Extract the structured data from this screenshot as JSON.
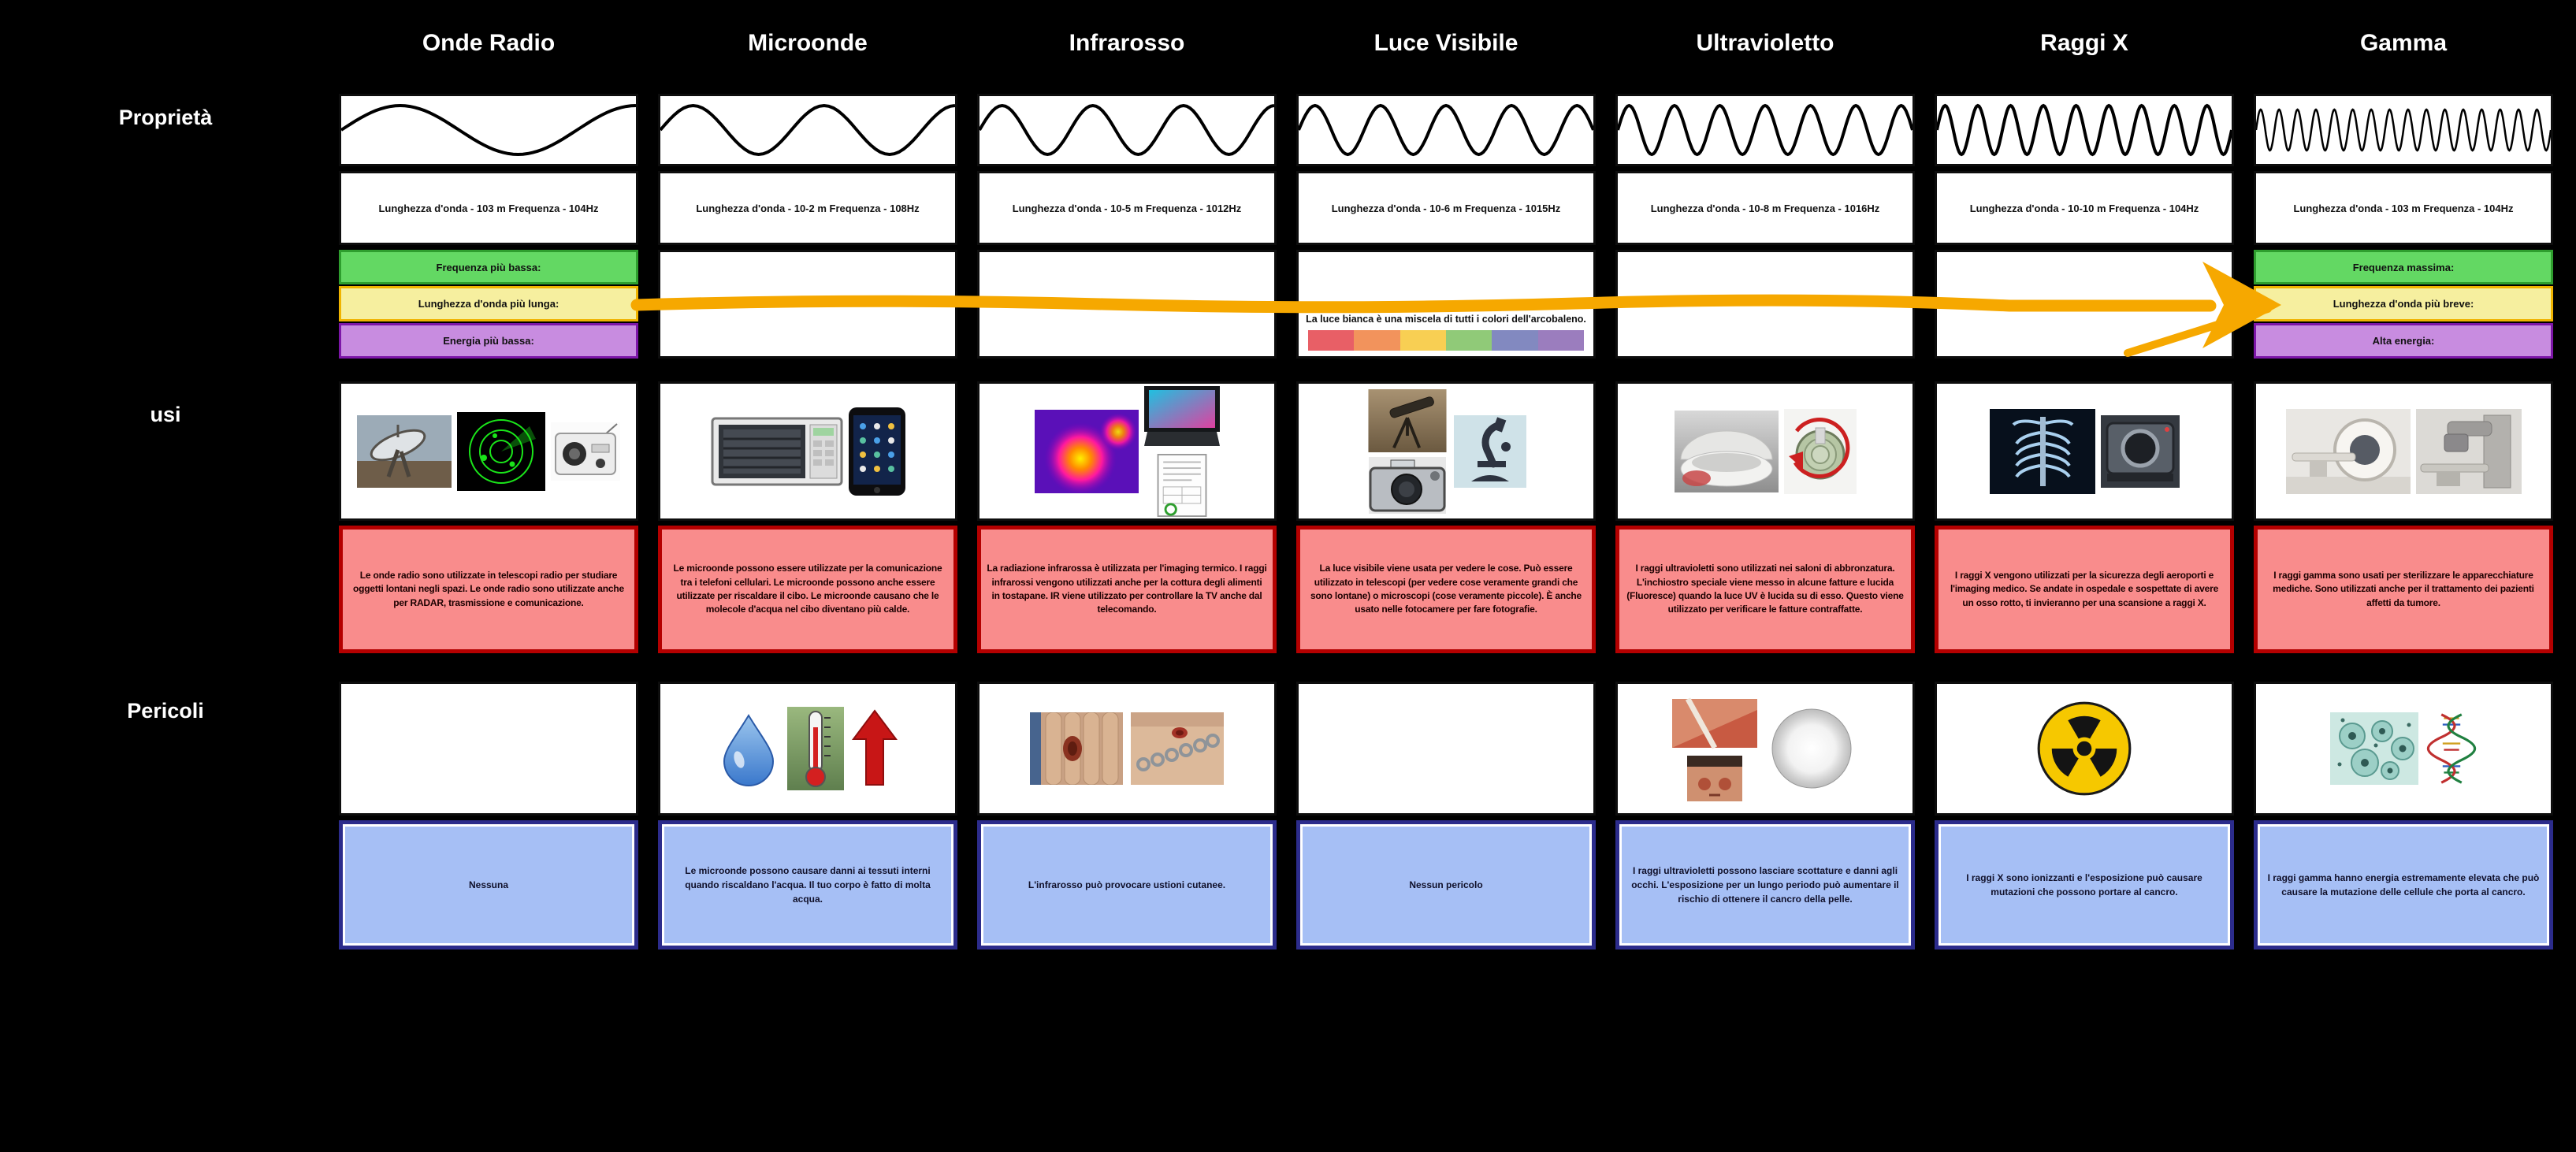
{
  "board": {
    "row_labels": {
      "properties": "Proprietà",
      "uses": "usi",
      "dangers": "Pericoli"
    }
  },
  "colors": {
    "background": "#000000",
    "arrow": "#F6A800",
    "uses_box_fill": "#F98C8C",
    "uses_box_border": "#B40000",
    "dangers_box_fill": "#A6BFF5",
    "dangers_box_border": "#2C2C8C",
    "green_fill": "#63D863",
    "green_border": "#2E9E2E",
    "yellow_fill": "#F6EF9F",
    "yellow_border": "#F0B400",
    "purple_fill": "#C88CE0",
    "purple_border": "#7D16A8"
  },
  "rainbow_colors": [
    "#E85F66",
    "#F2935C",
    "#F8CF53",
    "#90CA78",
    "#8289C0",
    "#9B7DBE"
  ],
  "visible_light_note": "La luce bianca è una miscela di tutti i colori dell'arcobaleno.",
  "columns": [
    {
      "title": "Onde Radio",
      "wave_cycles": 1.25,
      "spec": "Lunghezza d'onda - 103 m Frequenza - 104Hz",
      "extras": [
        {
          "label": "Frequenza più bassa:"
        },
        {
          "label": "Lunghezza d'onda più lunga:"
        },
        {
          "label": "Energia più bassa:"
        }
      ],
      "uses_text": "Le onde radio sono utilizzate in telescopi radio per studiare oggetti lontani negli spazi. Le onde radio sono utilizzate anche per RADAR, trasmissione e comunicazione.",
      "uses_images": [
        "radio-telescope",
        "radar-screen",
        "portable-radio"
      ],
      "dangers_text": "Nessuna",
      "danger_images": []
    },
    {
      "title": "Microonde",
      "wave_cycles": 2.25,
      "spec": "Lunghezza d'onda - 10-2 m Frequenza - 108Hz",
      "uses_text": "Le microonde possono essere utilizzate per la comunicazione tra i telefoni cellulari. Le microonde possono anche essere utilizzate per riscaldare il cibo. Le microonde causano che le molecole d'acqua nel cibo diventano più calde.",
      "uses_images": [
        "microwave-oven",
        "smartphone"
      ],
      "dangers_text": "Le microonde possono causare danni ai tessuti interni quando riscaldano l'acqua. Il tuo corpo è fatto di molta acqua.",
      "danger_images": [
        "water-drop",
        "thermometer",
        "red-up-arrow"
      ]
    },
    {
      "title": "Infrarosso",
      "wave_cycles": 3.25,
      "spec": "Lunghezza d'onda - 10-5 m Frequenza - 1012Hz",
      "uses_text": "La radiazione infrarossa è utilizzata per l'imaging termico. I raggi infrarossi vengono utilizzati anche per la cottura degli alimenti in tostapane. IR viene utilizzato per controllare la TV anche dal telecomando.",
      "uses_images": [
        "thermal-image",
        "thermal-laptop",
        "document"
      ],
      "dangers_text": "L'infrarosso può provocare ustioni cutanee.",
      "danger_images": [
        "burned-hand",
        "wrist-wound"
      ]
    },
    {
      "title": "Luce Visibile",
      "wave_cycles": 4.5,
      "spec": "Lunghezza d'onda - 10-6 m Frequenza - 1015Hz",
      "uses_text": "La luce visibile viene usata per vedere le cose. Può essere utilizzato in telescopi (per vedere cose veramente grandi che sono lontane) o microscopi (cose veramente piccole). È anche usato nelle fotocamere per fare fotografie.",
      "uses_images": [
        "telescope",
        "camera",
        "microscope"
      ],
      "dangers_text": "Nessun pericolo",
      "danger_images": []
    },
    {
      "title": "Ultravioletto",
      "wave_cycles": 6.5,
      "spec": "Lunghezza d'onda - 10-8 m Frequenza - 1016Hz",
      "uses_text": "I raggi ultravioletti sono utilizzati nei saloni di abbronzatura. L'inchiostro speciale viene messo in alcune fatture e lucida (Fluoresce) quando la luce UV è lucida su di esso. Questo viene utilizzato per verificare le fatture contraffatte.",
      "uses_images": [
        "tanning-bed",
        "uv-banknote-check"
      ],
      "dangers_text": "I raggi ultravioletti possono lasciare scottature e danni agli occhi. L'esposizione per un lungo periodo può aumentare il rischio di ottenere il cancro della pelle.",
      "danger_images": [
        "sunburned-skin",
        "sunburned-face",
        "bright-glare"
      ]
    },
    {
      "title": "Raggi X",
      "wave_cycles": 9,
      "spec": "Lunghezza d'onda - 10-10 m Frequenza - 104Hz",
      "uses_text": "I raggi X vengono utilizzati per la sicurezza degli aeroporti e l'imaging medico. Se andate in ospedale e sospettate di avere un osso rotto, ti invieranno per una scansione a raggi X.",
      "uses_images": [
        "chest-xray",
        "airport-scanner"
      ],
      "dangers_text": "I raggi X sono ionizzanti e l'esposizione può causare mutazioni che possono portare al cancro.",
      "danger_images": [
        "radiation-symbol"
      ]
    },
    {
      "title": "Gamma",
      "wave_cycles": 16,
      "spec": "Lunghezza d'onda - 103 m Frequenza - 104Hz",
      "extras": [
        {
          "label": "Frequenza massima:"
        },
        {
          "label": "Lunghezza d'onda più breve:"
        },
        {
          "label": "Alta energia:"
        }
      ],
      "uses_text": "I raggi gamma sono usati per sterilizzare le apparecchiature mediche. Sono utilizzati anche per il trattamento dei pazienti affetti da tumore.",
      "uses_images": [
        "ct-scanner",
        "radiotherapy-machine"
      ],
      "dangers_text": "I raggi gamma hanno energia estremamente elevata che può causare la mutazione delle cellule che porta al cancro.",
      "danger_images": [
        "cells-microscopy",
        "dna-helix"
      ]
    }
  ]
}
